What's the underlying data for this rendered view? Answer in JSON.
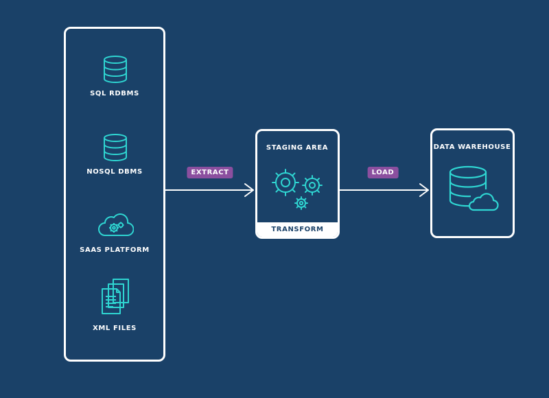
{
  "colors": {
    "background": "#1a4168",
    "outline": "#ffffff",
    "icon": "#2fd6d2",
    "pill": "#8b4f9f",
    "transform_bar_text": "#1a4168"
  },
  "sources": {
    "items": [
      {
        "label": "SQL RDBMS",
        "icon": "database-icon"
      },
      {
        "label": "NOSQL DBMS",
        "icon": "database-icon"
      },
      {
        "label": "SAAS PLATFORM",
        "icon": "cloud-gears-icon"
      },
      {
        "label": "XML FILES",
        "icon": "documents-icon"
      }
    ]
  },
  "edges": {
    "extract_label": "EXTRACT",
    "load_label": "LOAD"
  },
  "staging": {
    "title": "STAGING AREA",
    "icon": "gears-icon",
    "footer": "TRANSFORM"
  },
  "warehouse": {
    "title": "DATA WAREHOUSE",
    "icon": "database-cloud-icon"
  }
}
